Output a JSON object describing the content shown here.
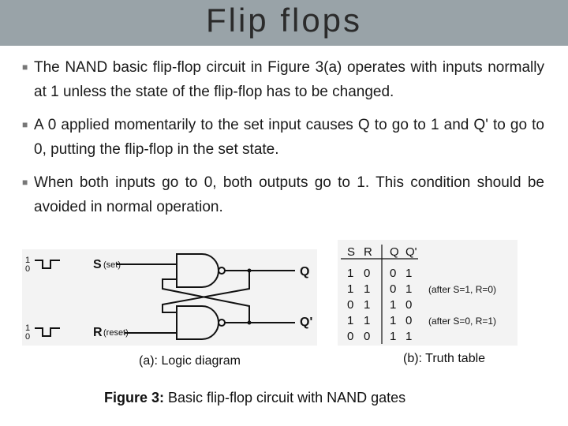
{
  "title": "Flip flops",
  "bullets": [
    "The NAND basic flip-flop circuit in Figure 3(a) operates with inputs normally at 1 unless the state of the flip-flop has to be changed.",
    "A 0 applied momentarily to the set input causes Q to go to 1 and Q' to go to 0, putting the flip-flop in the set state.",
    "When both inputs go to 0, both outputs go to 1. This condition should be avoided in normal operation."
  ],
  "logic_diagram": {
    "input_s": "S",
    "input_s_note": "(set)",
    "input_r": "R",
    "input_r_note": "(reset)",
    "output_q": "Q",
    "output_qbar": "Q'",
    "level_high": "1",
    "level_low": "0"
  },
  "truth_table": {
    "headers": [
      "S",
      "R",
      "Q",
      "Q'"
    ],
    "rows": [
      {
        "s": "1",
        "r": "0",
        "q": "0",
        "qb": "1",
        "note": ""
      },
      {
        "s": "1",
        "r": "1",
        "q": "0",
        "qb": "1",
        "note": "(after S=1, R=0)"
      },
      {
        "s": "0",
        "r": "1",
        "q": "1",
        "qb": "0",
        "note": ""
      },
      {
        "s": "1",
        "r": "1",
        "q": "1",
        "qb": "0",
        "note": "(after S=0, R=1)"
      },
      {
        "s": "0",
        "r": "0",
        "q": "1",
        "qb": "1",
        "note": ""
      }
    ]
  },
  "captions": {
    "a": "(a): Logic diagram",
    "b": "(b): Truth table",
    "figure_label": "Figure 3:",
    "figure_text": " Basic flip-flop circuit with NAND gates"
  },
  "colors": {
    "title_bar": "#99a3a8",
    "panel_bg": "#f3f3f3"
  }
}
